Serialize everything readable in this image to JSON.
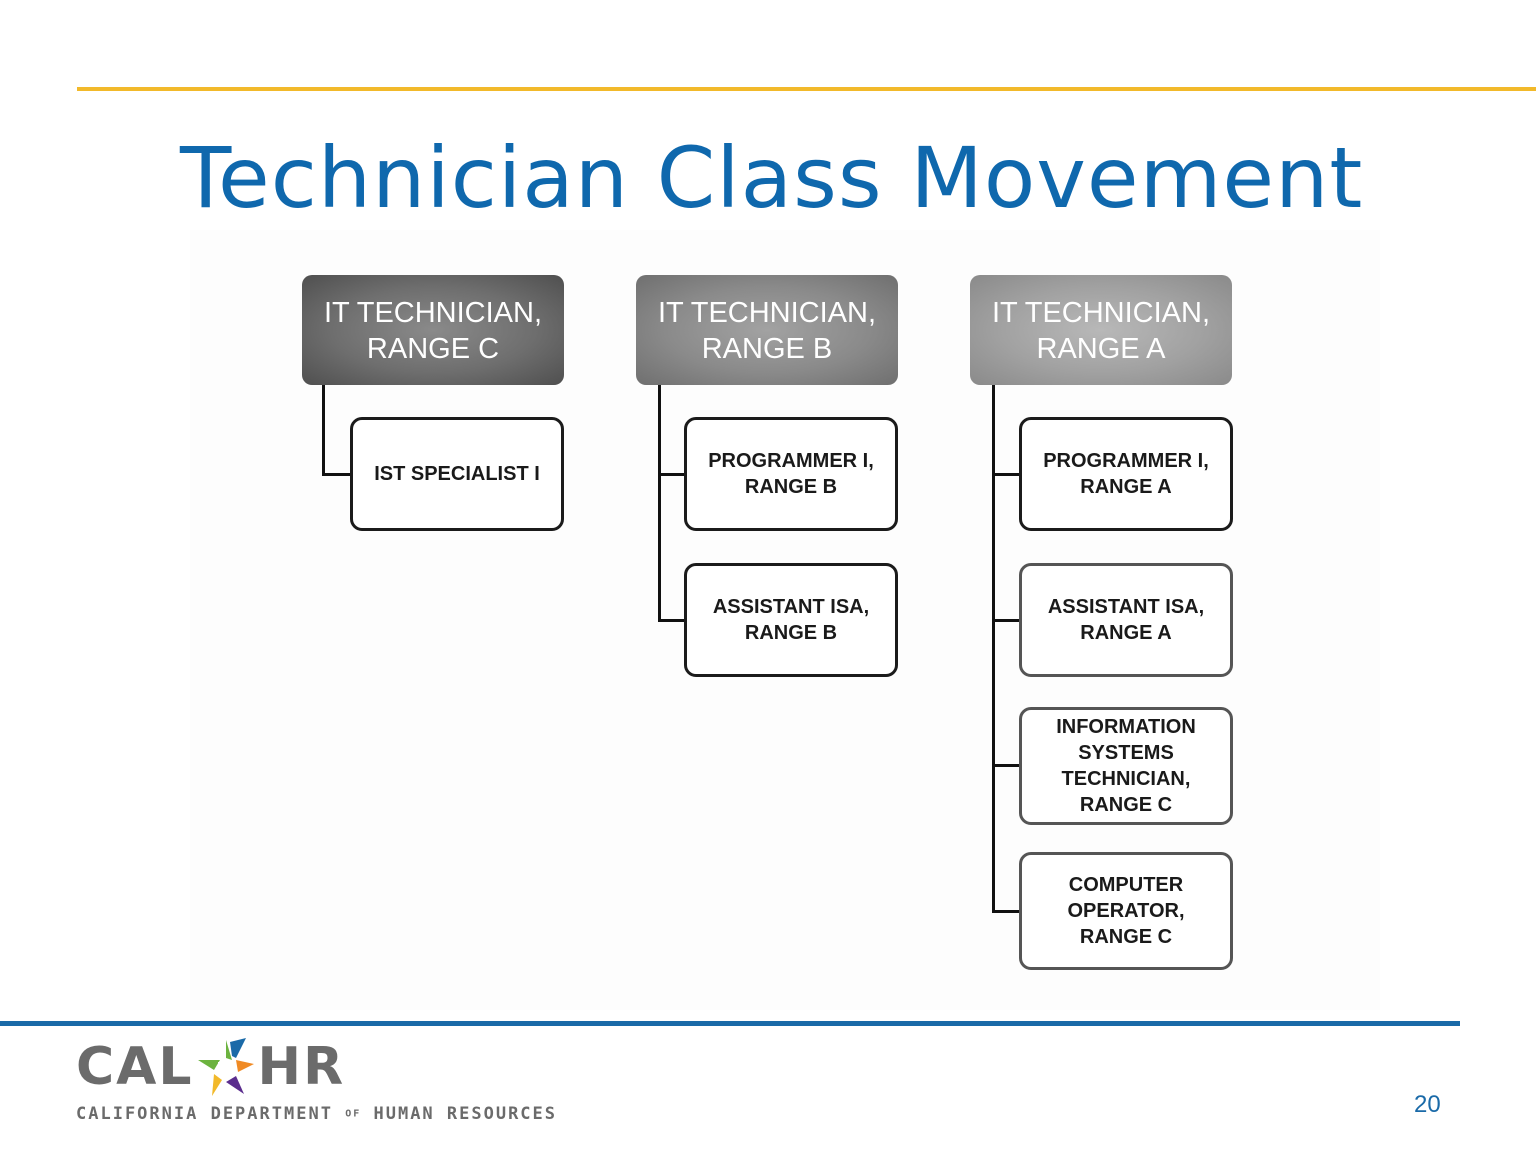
{
  "slide": {
    "title": "Technician Class Movement",
    "page_number": "20",
    "colors": {
      "title_blue": "#0f68ad",
      "top_rule_gold": "#f2b92a",
      "bottom_rule_blue": "#1a6aa8",
      "logo_gray": "#6b6b6b"
    }
  },
  "diagram": {
    "columns": [
      {
        "header": [
          "IT TECHNICIAN,",
          "RANGE C"
        ],
        "children": [
          [
            "IST SPECIALIST I"
          ]
        ]
      },
      {
        "header": [
          "IT TECHNICIAN,",
          "RANGE B"
        ],
        "children": [
          [
            "PROGRAMMER I,",
            "RANGE B"
          ],
          [
            "ASSISTANT ISA,",
            "RANGE B"
          ]
        ]
      },
      {
        "header": [
          "IT TECHNICIAN,",
          "RANGE A"
        ],
        "children": [
          [
            "PROGRAMMER I,",
            "RANGE A"
          ],
          [
            "ASSISTANT ISA,",
            "RANGE A"
          ],
          [
            "INFORMATION",
            "SYSTEMS",
            "TECHNICIAN,",
            "RANGE C"
          ],
          [
            "COMPUTER",
            "OPERATOR,",
            "RANGE C"
          ]
        ]
      }
    ]
  },
  "footer": {
    "logo": {
      "left_text": "CAL",
      "right_text": "HR",
      "icon": "star-people-icon",
      "subtitle_pre": "CALIFORNIA DEPARTMENT",
      "subtitle_of": "OF",
      "subtitle_post": "HUMAN RESOURCES",
      "star_colors": [
        "#1a6aa8",
        "#f08a24",
        "#5b2d8e",
        "#f2b92a",
        "#6cb33f"
      ]
    }
  }
}
